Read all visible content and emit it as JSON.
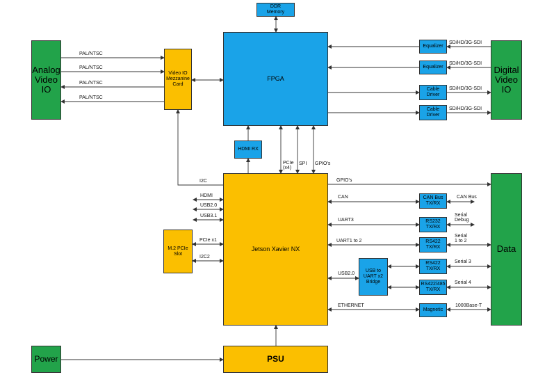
{
  "blocks": {
    "ddr": "DDR\nMemory",
    "analog_io": "Analog\nVideo\nIO",
    "digital_io": "Digital\nVideo\nIO",
    "video_mezz": "Video IO\nMezzanine\nCard",
    "fpga": "FPGA",
    "equalizer1": "Equalizer",
    "equalizer2": "Equalizer",
    "cable1": "Cable\nDriver",
    "cable2": "Cable\nDriver",
    "hdmi_rx": "HDMI RX",
    "jetson": "Jetson Xavier NX",
    "m2": "M.2 PCIe\nSlot",
    "can": "CAN Bus\nTX/RX",
    "rs232": "RS232\nTX/RX",
    "rs422a": "RS422\nTX/RX",
    "rs422b": "RS422\nTX/RX",
    "rs422485": "RS422/485\nTX/RX",
    "usb_uart": "USB to\nUART x2\nBridge",
    "magnetic": "Magnetic",
    "data": "Data",
    "power": "Power",
    "psu": "PSU"
  },
  "labels": {
    "pal1": "PAL/NTSC",
    "pal2": "PAL/NTSC",
    "pal3": "PAL/NTSC",
    "pal4": "PAL/NTSC",
    "sdi1": "SD/HD/3G-SDI",
    "sdi2": "SD/HD/3G-SDI",
    "sdi3": "SD/HD/3G-SDI",
    "sdi4": "SD/HD/3G-SDI",
    "pcie_x4": "PCIe\n(x4)",
    "spi": "SPI",
    "gpios_v": "GPIO's",
    "i2c": "I2C",
    "gpios_h": "GPIO's",
    "hdmi": "HDMI",
    "usb20": "USB2.0",
    "usb31": "USB3.1",
    "pcie_x1": "PCIe x1",
    "i2c2": "I2C2",
    "can": "CAN",
    "can_bus": "CAN Bus",
    "uart3": "UART3",
    "serial_debug": "Serial\nDebug",
    "uart12": "UART1 to 2",
    "serial12": "Serial\n1 to 2",
    "usb20_r": "USB2.0",
    "serial3": "Serial 3",
    "serial4": "Serial 4",
    "ethernet": "ETHERNET",
    "base1000": "1000Base-T"
  },
  "colors": {
    "green": "#22a34a",
    "blue": "#1aa3e8",
    "gold": "#fbbf00",
    "line": "#333333"
  }
}
